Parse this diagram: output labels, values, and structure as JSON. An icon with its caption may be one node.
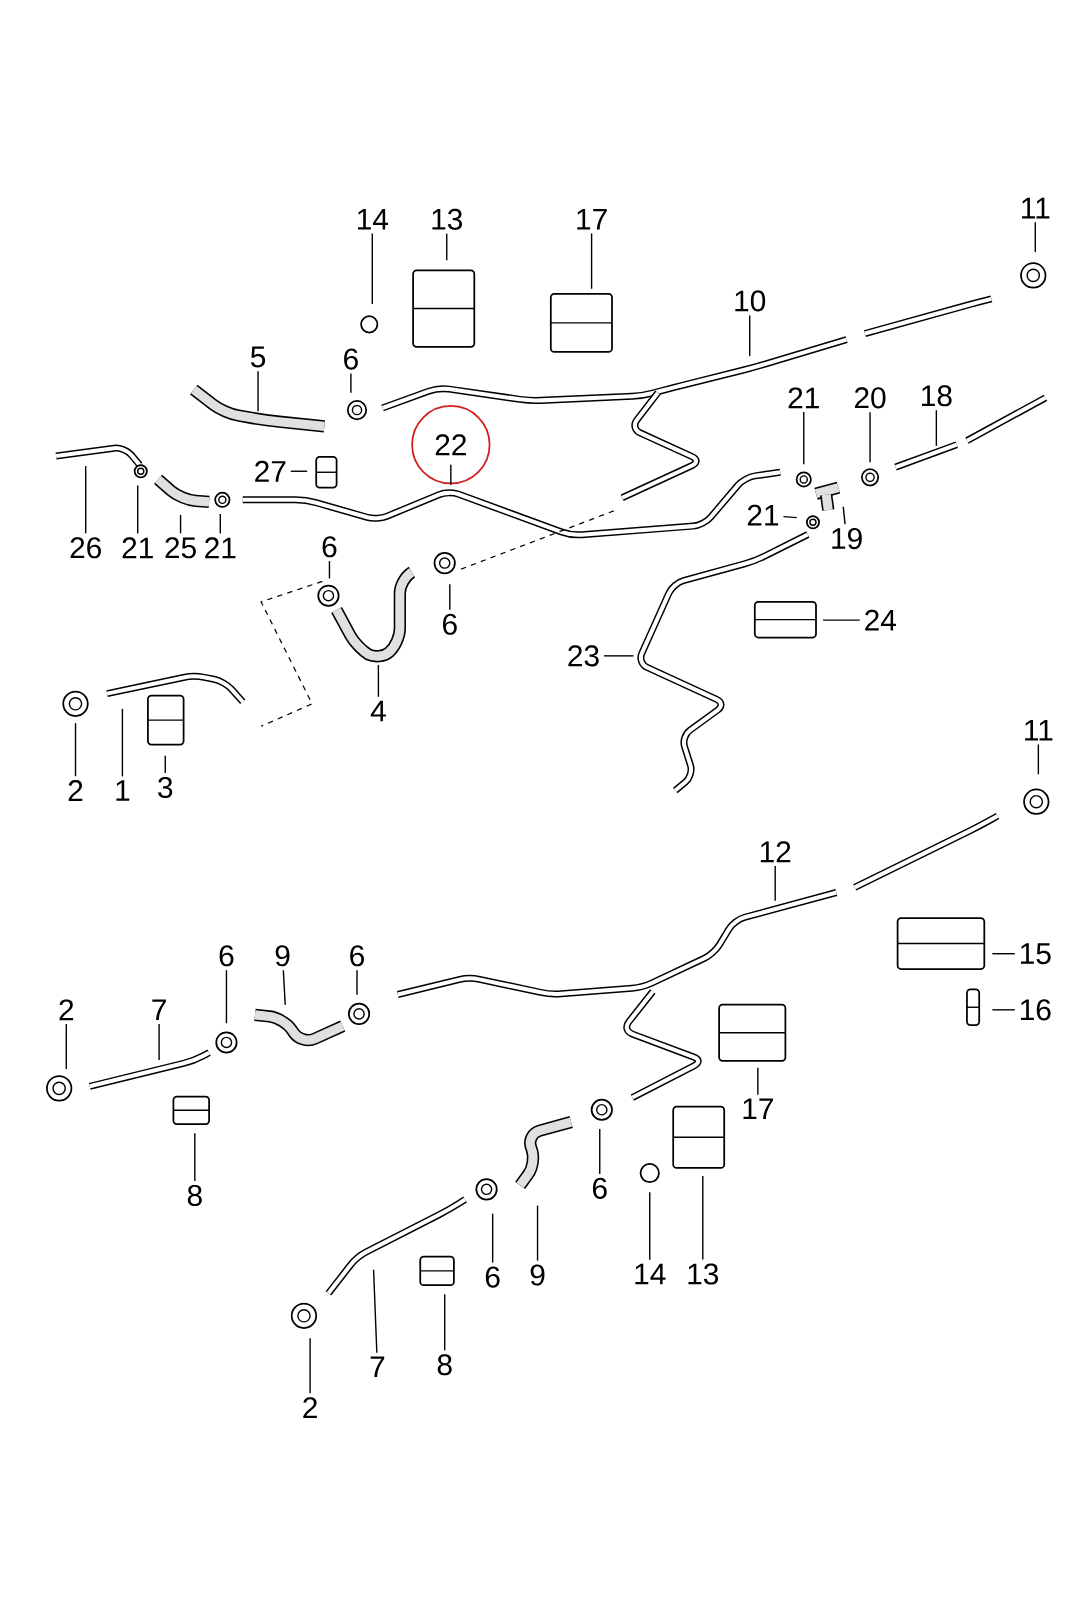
{
  "diagram": {
    "nodes": [
      {
        "text": [
          "14"
        ]
      },
      {
        "text": [
          "13"
        ]
      },
      {
        "text": [
          "17"
        ]
      },
      {
        "text": [
          "11"
        ]
      },
      {
        "text": [
          "10"
        ]
      },
      {
        "text": [
          "5"
        ]
      },
      {
        "text": [
          "6"
        ]
      },
      {
        "text": [
          "21"
        ]
      },
      {
        "text": [
          "20"
        ]
      },
      {
        "text": [
          "18"
        ]
      },
      {
        "text": [
          "22"
        ]
      },
      {
        "text": [
          "27"
        ]
      },
      {
        "text": [
          "26"
        ]
      },
      {
        "text": [
          "21"
        ]
      },
      {
        "text": [
          "25"
        ]
      },
      {
        "text": [
          "21"
        ]
      },
      {
        "text": [
          "19"
        ]
      },
      {
        "text": [
          "21"
        ]
      },
      {
        "text": [
          "6"
        ]
      },
      {
        "text": [
          "6"
        ]
      },
      {
        "text": [
          "24"
        ]
      },
      {
        "text": [
          "23"
        ]
      },
      {
        "text": [
          "4"
        ]
      },
      {
        "text": [
          "2"
        ]
      },
      {
        "text": [
          "1"
        ]
      },
      {
        "text": [
          "3"
        ]
      },
      {
        "text": [
          "11"
        ]
      },
      {
        "text": [
          "12"
        ]
      },
      {
        "text": [
          "6"
        ]
      },
      {
        "text": [
          "9"
        ]
      },
      {
        "text": [
          "6"
        ]
      },
      {
        "text": [
          "15"
        ]
      },
      {
        "text": [
          "2"
        ]
      },
      {
        "text": [
          "7"
        ]
      },
      {
        "text": [
          "16"
        ]
      },
      {
        "text": [
          "17"
        ]
      },
      {
        "text": [
          "8"
        ]
      },
      {
        "text": [
          "6"
        ]
      },
      {
        "text": [
          "14"
        ]
      },
      {
        "text": [
          "13"
        ]
      },
      {
        "text": [
          "6"
        ]
      },
      {
        "text": [
          "9"
        ]
      },
      {
        "text": [
          "7"
        ]
      },
      {
        "text": [
          "8"
        ]
      },
      {
        "text": [
          "2"
        ]
      }
    ],
    "edges": [
      {
        "from": 0,
        "to": null,
        "arrow": "none"
      },
      {
        "from": 1,
        "to": null,
        "arrow": "none"
      },
      {
        "from": 2,
        "to": null,
        "arrow": "none"
      },
      {
        "from": 3,
        "to": null,
        "arrow": "none"
      },
      {
        "from": 4,
        "to": null,
        "arrow": "none"
      },
      {
        "from": 5,
        "to": null,
        "arrow": "none"
      },
      {
        "from": 6,
        "to": null,
        "arrow": "none"
      },
      {
        "from": 7,
        "to": null,
        "arrow": "none"
      },
      {
        "from": 8,
        "to": null,
        "arrow": "none"
      },
      {
        "from": 9,
        "to": null,
        "arrow": "none"
      },
      {
        "from": 10,
        "to": null,
        "arrow": "none"
      },
      {
        "from": 11,
        "to": null,
        "arrow": "none"
      },
      {
        "from": 12,
        "to": null,
        "arrow": "none"
      },
      {
        "from": 13,
        "to": null,
        "arrow": "none"
      },
      {
        "from": 14,
        "to": null,
        "arrow": "none"
      },
      {
        "from": 15,
        "to": null,
        "arrow": "none"
      },
      {
        "from": 16,
        "to": null,
        "arrow": "none"
      },
      {
        "from": 17,
        "to": null,
        "arrow": "none"
      },
      {
        "from": 18,
        "to": null,
        "arrow": "none"
      },
      {
        "from": 19,
        "to": null,
        "arrow": "none"
      },
      {
        "from": 20,
        "to": null,
        "arrow": "none"
      },
      {
        "from": 21,
        "to": null,
        "arrow": "none"
      },
      {
        "from": 22,
        "to": null,
        "arrow": "none"
      },
      {
        "from": 23,
        "to": null,
        "arrow": "none"
      },
      {
        "from": 24,
        "to": null,
        "arrow": "none"
      },
      {
        "from": 25,
        "to": null,
        "arrow": "none"
      },
      {
        "from": 26,
        "to": null,
        "arrow": "none"
      },
      {
        "from": 27,
        "to": null,
        "arrow": "none"
      },
      {
        "from": 28,
        "to": null,
        "arrow": "none"
      },
      {
        "from": 29,
        "to": null,
        "arrow": "none"
      },
      {
        "from": 30,
        "to": null,
        "arrow": "none"
      },
      {
        "from": 31,
        "to": null,
        "arrow": "none"
      },
      {
        "from": 32,
        "to": null,
        "arrow": "none"
      },
      {
        "from": 33,
        "to": null,
        "arrow": "none"
      },
      {
        "from": 34,
        "to": null,
        "arrow": "none"
      },
      {
        "from": 35,
        "to": null,
        "arrow": "none"
      },
      {
        "from": 36,
        "to": null,
        "arrow": "none"
      },
      {
        "from": 37,
        "to": null,
        "arrow": "none"
      },
      {
        "from": 38,
        "to": null,
        "arrow": "none"
      },
      {
        "from": 39,
        "to": null,
        "arrow": "none"
      },
      {
        "from": 40,
        "to": null,
        "arrow": "none"
      },
      {
        "from": 41,
        "to": null,
        "arrow": "none"
      },
      {
        "from": 42,
        "to": null,
        "arrow": "none"
      },
      {
        "from": 43,
        "to": null,
        "arrow": "none"
      },
      {
        "from": 44,
        "to": null,
        "arrow": "none"
      }
    ]
  }
}
